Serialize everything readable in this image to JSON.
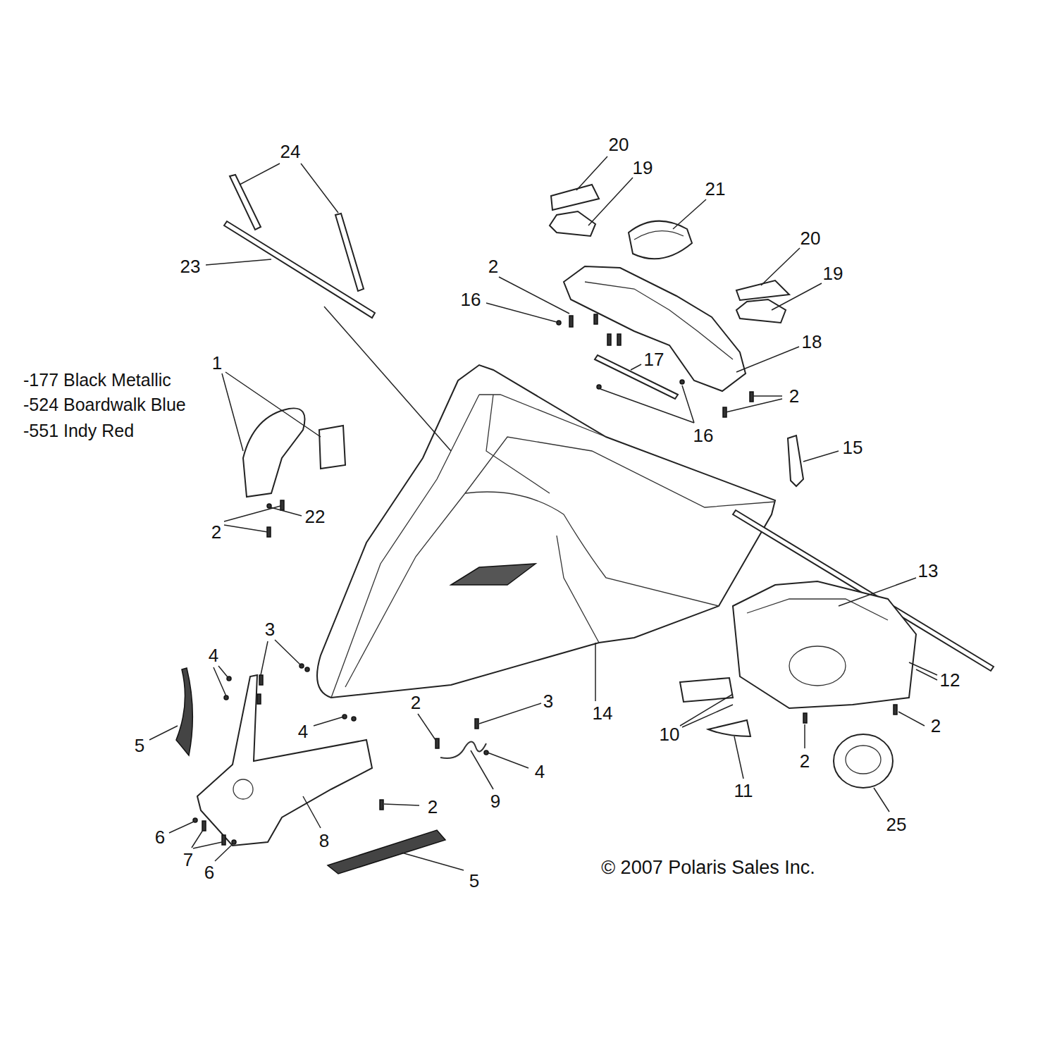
{
  "diagram": {
    "labels": [
      "24",
      "20",
      "19",
      "21",
      "20",
      "19",
      "23",
      "2",
      "16",
      "18",
      "17",
      "2",
      "16",
      "15",
      "-177 Black Metallic",
      "-524 Boardwalk Blue",
      "-551 Indy Red",
      "1",
      "22",
      "2",
      "13",
      "3",
      "4",
      "12",
      "2",
      "3",
      "14",
      "10",
      "2",
      "4",
      "5",
      "4",
      "2",
      "9",
      "2",
      "11",
      "6",
      "8",
      "7",
      "6",
      "5",
      "25",
      "© 2007 Polaris Sales Inc."
    ]
  }
}
